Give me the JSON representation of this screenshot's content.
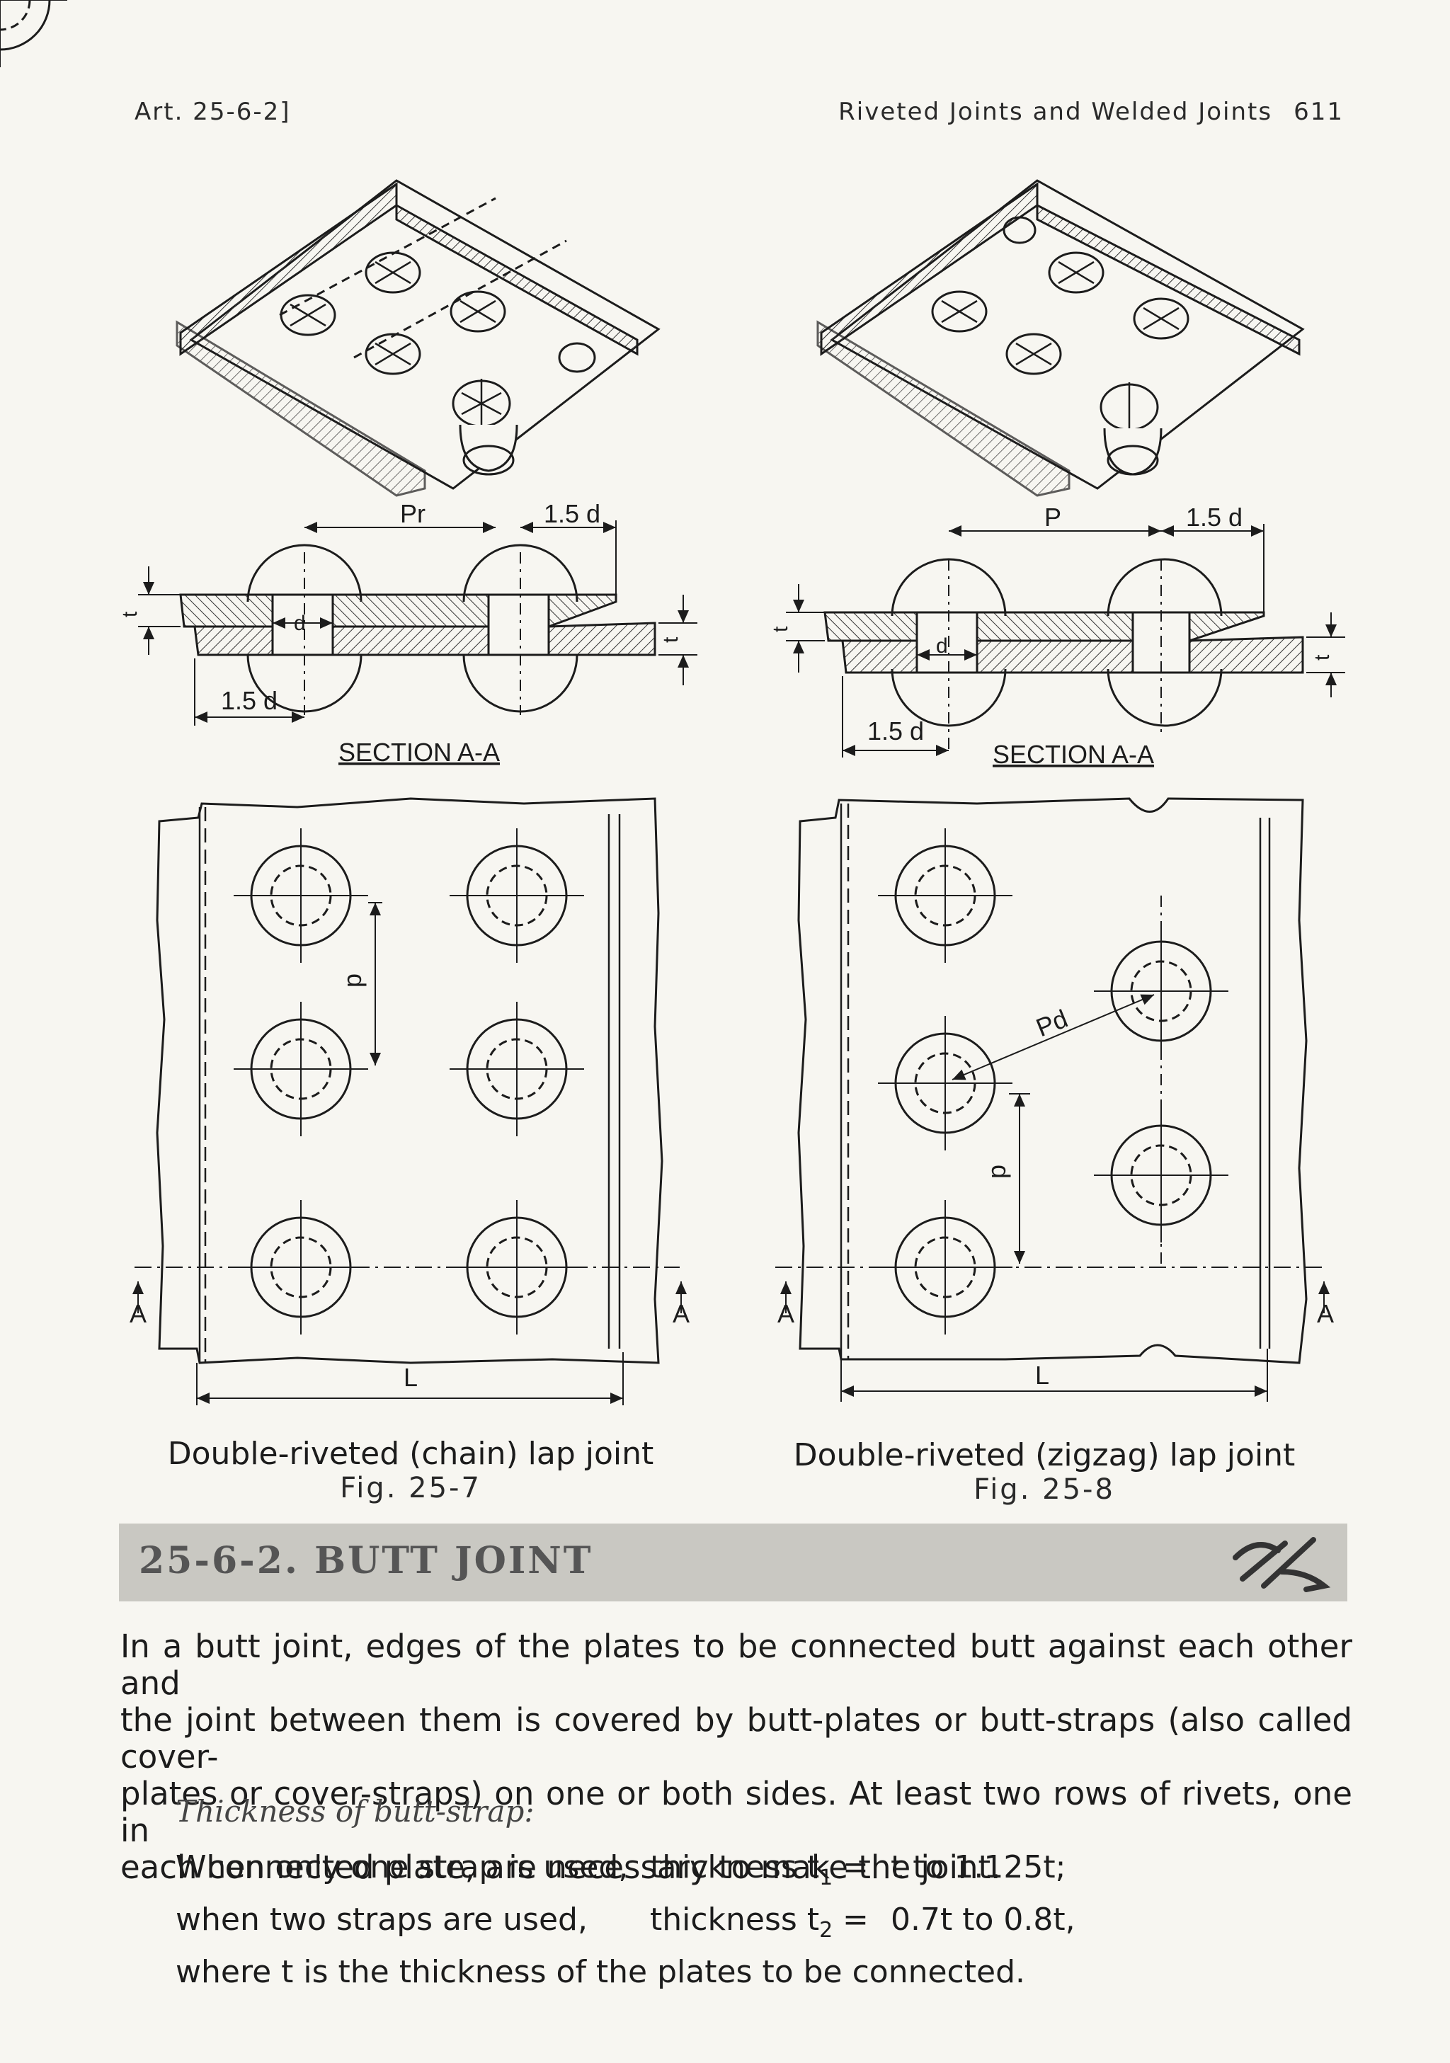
{
  "header": {
    "left": "Art. 25-6-2]",
    "right_title": "Riveted Joints and Welded Joints",
    "page_number": "611"
  },
  "figures": [
    {
      "section_label": "SECTION A-A",
      "pitch_label": "Pr",
      "margin_label_top": "1.5 d",
      "margin_label_bottom": "1.5 d",
      "dia_label": "d",
      "thickness_label": "t",
      "plan_pitch_label": "p",
      "section_marker": "A",
      "length_label": "L",
      "caption": "Double-riveted (chain) lap joint",
      "fig_number": "Fig. 25-7"
    },
    {
      "section_label": "SECTION A-A",
      "pitch_label": "P",
      "margin_label_top": "1.5 d",
      "margin_label_bottom": "1.5 d",
      "dia_label": "d",
      "thickness_label": "t",
      "plan_pitch_label": "p",
      "diag_pitch_label": "Pd",
      "section_marker": "A",
      "length_label": "L",
      "caption": "Double-riveted (zigzag) lap joint",
      "fig_number": "Fig. 25-8"
    }
  ],
  "section": {
    "title": "25-6-2. BUTT JOINT",
    "paragraph_lines": [
      "In a butt joint, edges of the plates to be connected butt against each other and",
      "the joint between them is covered by butt-plates or butt-straps (also called cover-",
      "plates or cover-straps) on one or both sides. At least two rows of rivets, one in",
      "each connected plate, are necessary to make the joint."
    ],
    "subheading": "Thickness of butt-strap:",
    "equations": [
      {
        "left": "When only one strap is used,",
        "qty": "thickness t",
        "sub": "1",
        "eq": "=",
        "rhs": "t to 1.125t;"
      },
      {
        "left": "when two straps are used,",
        "qty": "thickness t",
        "sub": "2",
        "eq": "=",
        "rhs": "0.7t to 0.8t,"
      }
    ],
    "closing": "where t is the thickness of the plates to be connected."
  }
}
